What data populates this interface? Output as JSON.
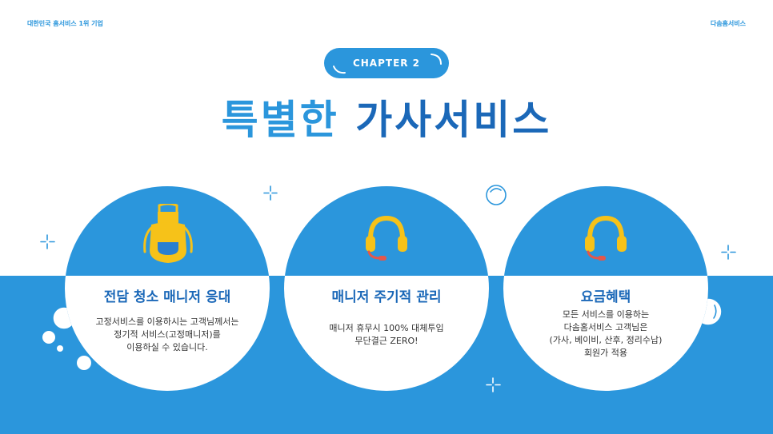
{
  "header": {
    "left_text": "대한민국 홈서비스 1위 기업",
    "right_text": "다솜홈서비스"
  },
  "chapter": {
    "label": "CHAPTER 2"
  },
  "title": {
    "part1": "특별한",
    "part2": "가사서비스"
  },
  "cards": [
    {
      "icon": "apron-icon",
      "title": "전담 청소 매니저 응대",
      "lines": [
        "고정서비스를 이용하시는 고객님께서는",
        "정기적 서비스(고정매니저)를",
        "이용하실 수 있습니다."
      ]
    },
    {
      "icon": "headset-icon",
      "title": "매니저 주기적 관리",
      "lines": [
        "매니저 휴무시 100% 대체투입",
        "무단결근 ZERO!"
      ]
    },
    {
      "icon": "headset-icon",
      "title": "요금혜택",
      "lines": [
        "모든 서비스를 이용하는",
        "다솜홈서비스 고객님은",
        "(가사, 베이비, 산후, 정리수납)",
        "회원가 적용"
      ]
    }
  ],
  "colors": {
    "primary": "#2b96dc",
    "title_dark": "#1b68b8",
    "icon_yellow": "#f6c219",
    "icon_red": "#e2574c",
    "icon_blue": "#2b7fd0"
  }
}
